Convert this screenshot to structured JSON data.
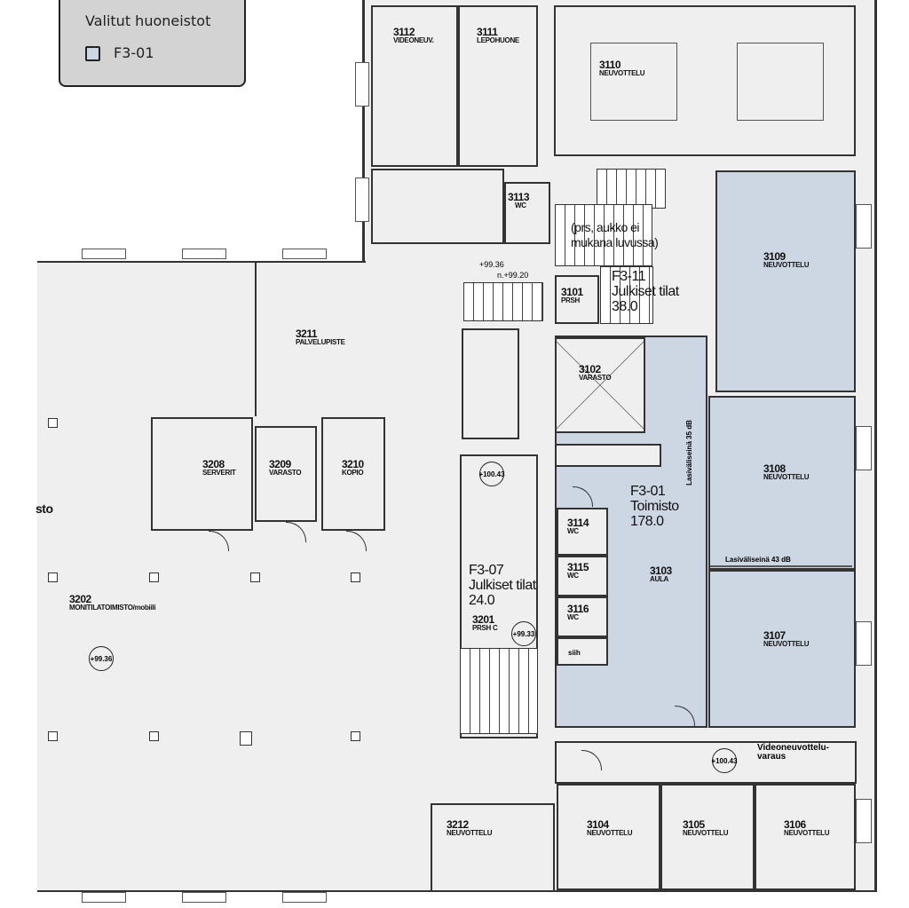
{
  "legend": {
    "title": "Valitut huoneistot",
    "items": [
      {
        "label": "F3-01",
        "color": "#cdd6e3"
      }
    ]
  },
  "rooms": {
    "r3112": {
      "num": "3112",
      "type": "VIDEONEUV."
    },
    "r3111": {
      "num": "3111",
      "type": "LEPOHUONE"
    },
    "r3110": {
      "num": "3110",
      "type": "NEUVOTTELU"
    },
    "r3113": {
      "num": "3113",
      "type": "WC"
    },
    "r3109": {
      "num": "3109",
      "type": "NEUVOTTELU"
    },
    "r3101": {
      "num": "3101",
      "type": "PRSH"
    },
    "r3211": {
      "num": "3211",
      "type": "PALVELUPISTE"
    },
    "r3102": {
      "num": "3102",
      "type": "VARASTO"
    },
    "r3108": {
      "num": "3108",
      "type": "NEUVOTTELU"
    },
    "r3208": {
      "num": "3208",
      "type": "SERVERIT"
    },
    "r3209": {
      "num": "3209",
      "type": "VARASTO"
    },
    "r3210": {
      "num": "3210",
      "type": "KOPIO"
    },
    "r3114": {
      "num": "3114",
      "type": "WC"
    },
    "r3115": {
      "num": "3115",
      "type": "WC"
    },
    "r3116": {
      "num": "3116",
      "type": "WC"
    },
    "r3103": {
      "num": "3103",
      "type": "AULA"
    },
    "r3107": {
      "num": "3107",
      "type": "NEUVOTTELU"
    },
    "r3202": {
      "num": "3202",
      "type": "MONITILATOIMISTO/mobiili"
    },
    "r3201": {
      "num": "3201",
      "type": "PRSH C"
    },
    "r3212": {
      "num": "3212",
      "type": "NEUVOTTELU"
    },
    "r3104": {
      "num": "3104",
      "type": "NEUVOTTELU"
    },
    "r3105": {
      "num": "3105",
      "type": "NEUVOTTELU"
    },
    "r3106": {
      "num": "3106",
      "type": "NEUVOTTELU"
    }
  },
  "units": {
    "f301": {
      "id": "F3-01",
      "type": "Toimisto",
      "area": "178.0"
    },
    "f311": {
      "id": "F3-11",
      "type": "Julkiset tilat",
      "area": "38.0"
    },
    "f307": {
      "id": "F3-07",
      "type": "Julkiset tilat",
      "area": "24.0"
    }
  },
  "notes": {
    "opening": "(prs, aukko ei mukana luvussa)",
    "lev1": "+99.36",
    "lev2": "n.+99.20",
    "lev3": "+100.43",
    "lev4": "+99.33",
    "lev5": "+99.36",
    "lev6": "+100.43",
    "glass35": "Lasiväliseinä 35 dB",
    "glass43": "Lasiväliseinä 43 dB",
    "siiv": "siih",
    "video": "Videoneuvottelu-varaus",
    "cut": "sto"
  }
}
